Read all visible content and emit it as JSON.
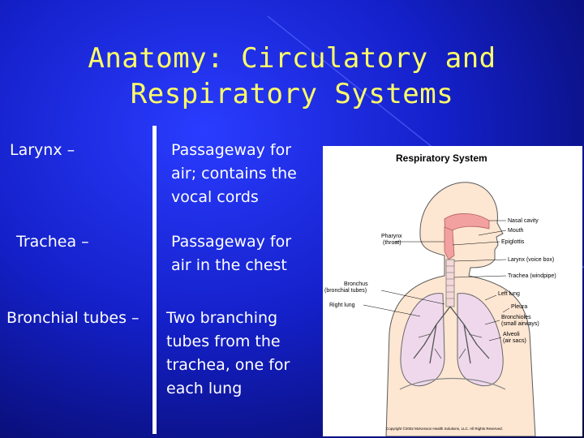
{
  "slide": {
    "title_line1": "Anatomy: Circulatory and",
    "title_line2": "Respiratory Systems",
    "title_color": "#ffff66",
    "text_color": "#ffffff"
  },
  "terms": [
    {
      "term": "Larynx –",
      "definition": [
        "Passageway for",
        "air; contains the",
        "vocal cords"
      ]
    },
    {
      "term": "Trachea –",
      "definition": [
        "Passageway for",
        "air in the chest"
      ]
    },
    {
      "term": "Bronchial tubes –",
      "definition": [
        "Two branching",
        "tubes from the",
        "trachea, one for",
        "each lung"
      ]
    }
  ],
  "figure": {
    "title": "Respiratory System",
    "labels": {
      "nasal_cavity": "Nasal cavity",
      "mouth": "Mouth",
      "epiglottis": "Epiglottis",
      "larynx": "Larynx (voice box)",
      "trachea": "Trachea (windpipe)",
      "left_lung": "Left lung",
      "pleura": "Pleura",
      "bronchioles_1": "Bronchioles",
      "bronchioles_2": "(small airways)",
      "alveoli_1": "Alveoli",
      "alveoli_2": "(air sacs)",
      "pharynx_1": "Pharynx",
      "pharynx_2": "(throat)",
      "bronchus_1": "Bronchus",
      "bronchus_2": "(bronchial tubes)",
      "right_lung": "Right lung"
    },
    "copyright": "Copyright ©2002 McKesson Health Solutions, LLC. All Rights Reserved."
  }
}
